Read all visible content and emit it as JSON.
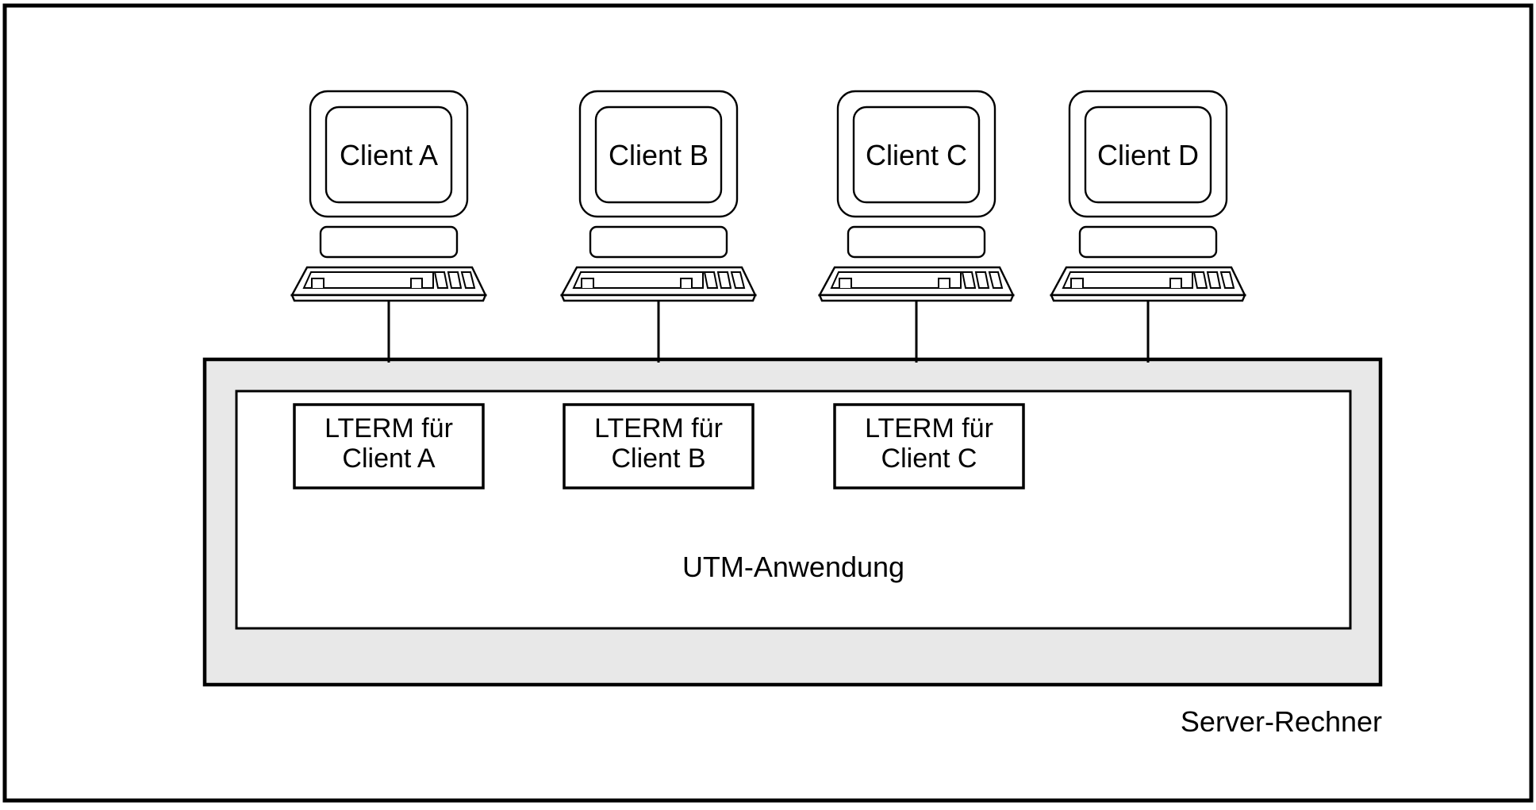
{
  "diagram": {
    "clients": [
      {
        "label": "Client A"
      },
      {
        "label": "Client B"
      },
      {
        "label": "Client C"
      },
      {
        "label": "Client D"
      }
    ],
    "server": {
      "label": "Server-Rechner",
      "application_label": "UTM-Anwendung",
      "lterms": [
        {
          "line1": "LTERM für",
          "line2": "Client A"
        },
        {
          "line1": "LTERM für",
          "line2": "Client B"
        },
        {
          "line1": "LTERM für",
          "line2": "Client C"
        }
      ]
    },
    "colors": {
      "server_fill": "#e8e8e8",
      "box_fill": "#ffffff",
      "stroke": "#000000",
      "background": "#ffffff"
    }
  }
}
